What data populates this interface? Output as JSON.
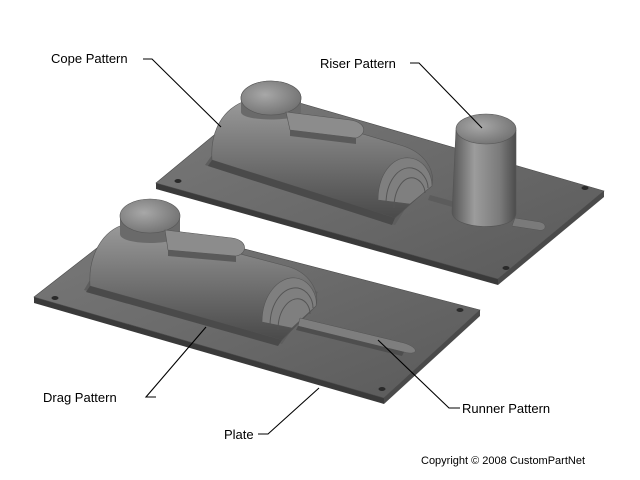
{
  "labels": {
    "cope_pattern": "Cope Pattern",
    "riser_pattern": "Riser Pattern",
    "drag_pattern": "Drag Pattern",
    "runner_pattern": "Runner Pattern",
    "plate": "Plate"
  },
  "copyright": "Copyright © 2008 CustomPartNet",
  "colors": {
    "plate_top": "#6b6b6b",
    "plate_side": "#3e3e3e",
    "pattern_light": "#8a8a8a",
    "pattern_dark": "#4a4a4a",
    "background": "#ffffff"
  }
}
